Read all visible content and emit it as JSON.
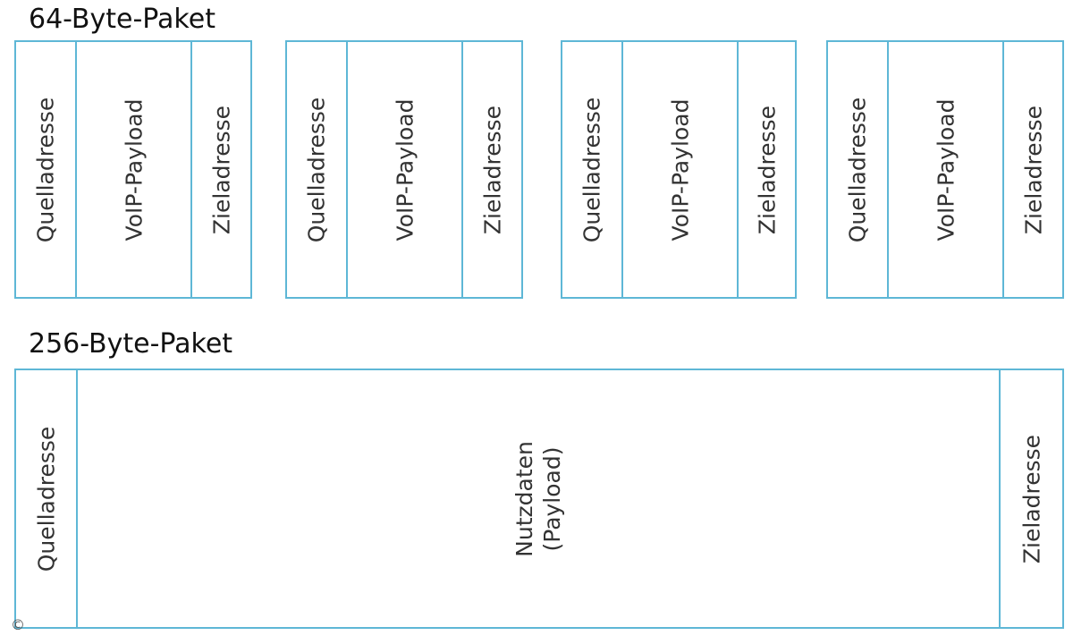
{
  "small_section": {
    "title": "64-Byte-Paket",
    "packets": [
      {
        "source": "Quelladresse",
        "payload": "VoIP-Payload",
        "destination": "Zieladresse"
      },
      {
        "source": "Quelladresse",
        "payload": "VoIP-Payload",
        "destination": "Zieladresse"
      },
      {
        "source": "Quelladresse",
        "payload": "VoIP-Payload",
        "destination": "Zieladresse"
      },
      {
        "source": "Quelladresse",
        "payload": "VoIP-Payload",
        "destination": "Zieladresse"
      }
    ]
  },
  "large_section": {
    "title": "256-Byte-Paket",
    "packet": {
      "source": "Quelladresse",
      "payload_line1": "Nutzdaten",
      "payload_line2": "(Payload)",
      "destination": "Zieladresse"
    }
  },
  "copyright": "©",
  "colors": {
    "border": "#5eb7d6",
    "text": "#333333",
    "background": "#ffffff"
  }
}
